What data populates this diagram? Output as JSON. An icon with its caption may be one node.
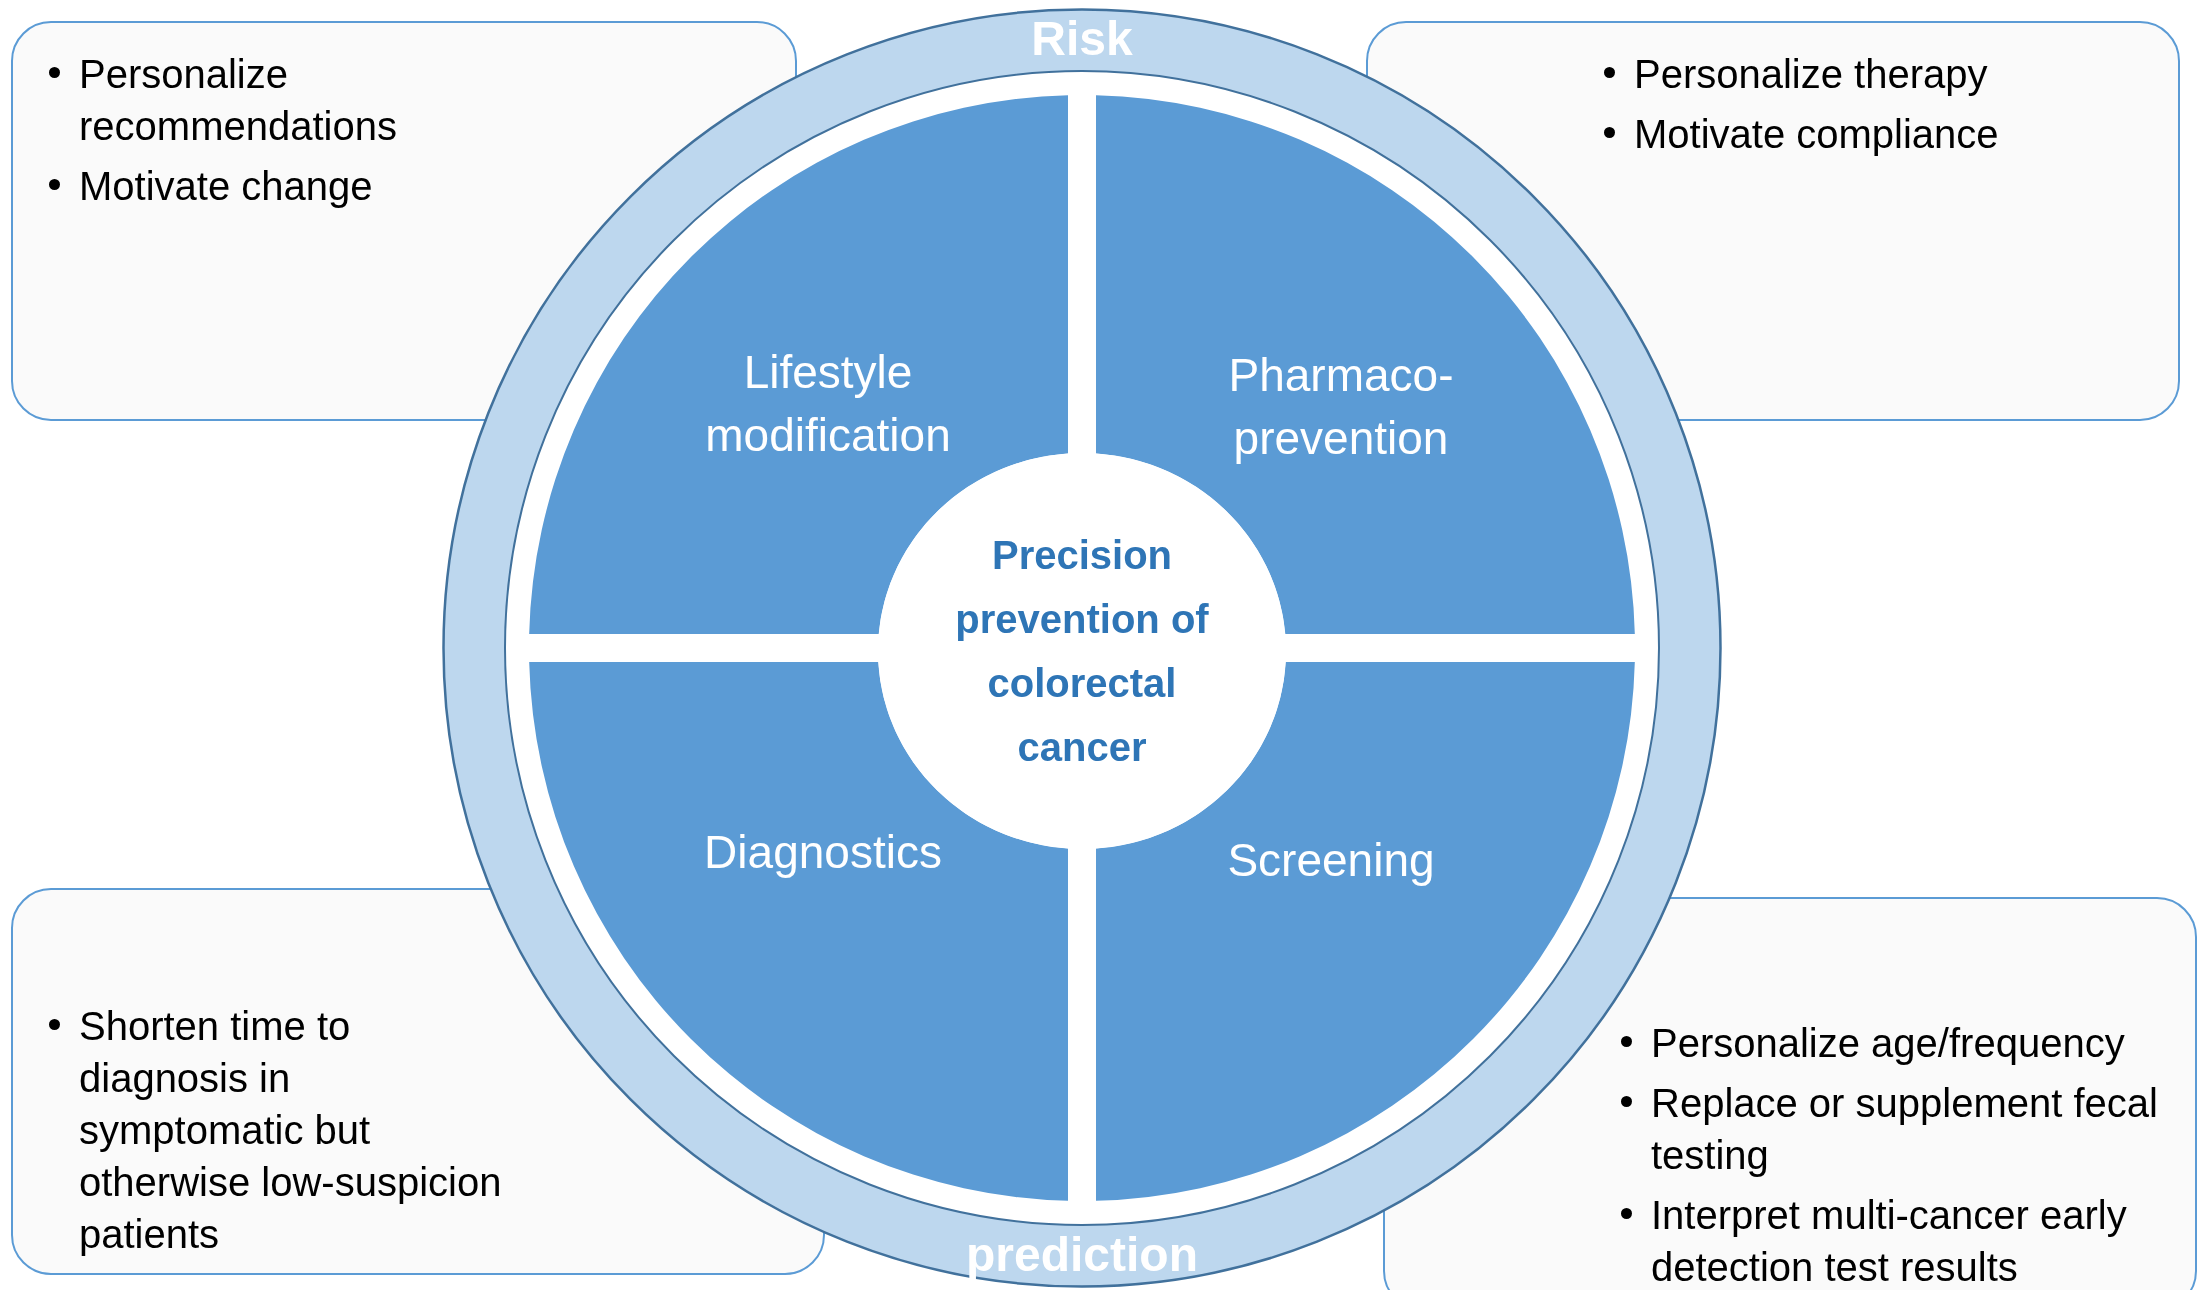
{
  "diagram": {
    "nodes": [
      {
        "text": [
          "Personalize recommendations",
          "Motivate change"
        ]
      },
      {
        "text": [
          "Personalize therapy",
          "Motivate compliance"
        ]
      },
      {
        "text": [
          "Risk",
          "prediction"
        ]
      },
      {
        "text": [
          "Lifestyle modification"
        ],
        "in": 2
      },
      {
        "text": [
          "Pharmaco-prevention"
        ],
        "in": 2
      },
      {
        "text": [
          "Precision prevention of colorectal cancer"
        ],
        "in": 2
      },
      {
        "text": [
          "Diagnostics"
        ],
        "in": 2
      },
      {
        "text": [
          "Screening"
        ],
        "in": 2
      },
      {
        "text": [
          "Shorten time to diagnosis in symptomatic but otherwise low-suspicion patients"
        ]
      },
      {
        "text": [
          "Personalize age/frequency",
          "Replace or supplement fecal testing",
          "Interpret multi-cancer early detection test results"
        ]
      }
    ]
  }
}
